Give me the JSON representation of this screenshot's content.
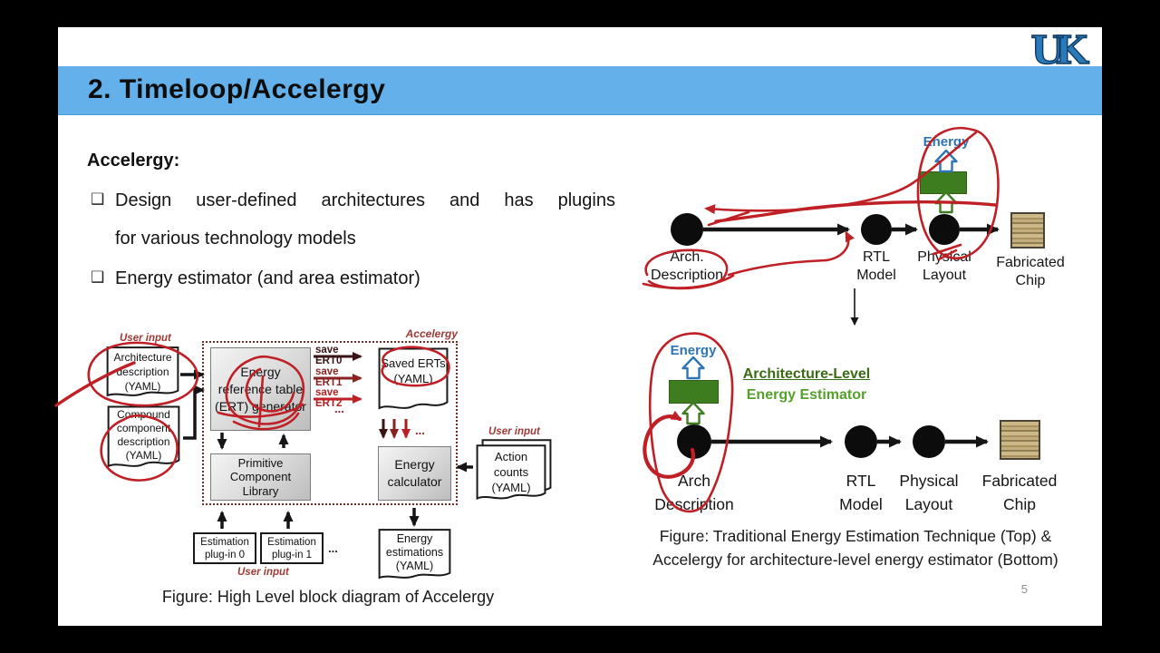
{
  "header": {
    "title": "2. Timeloop/Accelergy",
    "logo_text": "UK"
  },
  "content": {
    "heading": "Accelergy:",
    "bullet_glyph": "❑",
    "bullets": [
      {
        "lines": [
          "Design user-defined architectures and has plugins",
          "for various technology models"
        ]
      },
      {
        "lines": [
          "Energy estimator (and area estimator)"
        ]
      }
    ]
  },
  "left_figure": {
    "user_input_top": "User input",
    "user_input_right": "User input",
    "user_input_bottom": "User input",
    "accelergy_label": "Accelergy",
    "arch_doc": [
      "Architecture",
      "description",
      "(YAML)"
    ],
    "compound_doc": [
      "Compound",
      "component",
      "description",
      "(YAML)"
    ],
    "ert_box": [
      "Energy",
      "reference table",
      "(ERT) generator"
    ],
    "primitive_box": [
      "Primitive",
      "Component",
      "Library"
    ],
    "saved_doc": [
      "Saved ERTs",
      "(YAML)"
    ],
    "calc_box": [
      "Energy",
      "calculator"
    ],
    "action_doc": [
      "Action",
      "counts",
      "(YAML)"
    ],
    "save_labels": [
      "save ERT0",
      "save ERT1",
      "save ERT2"
    ],
    "dots_save": "...",
    "dots_down": "...",
    "dots_plugs": "...",
    "plug0": [
      "Estimation",
      "plug-in 0"
    ],
    "plug1": [
      "Estimation",
      "plug-in 1"
    ],
    "estimations_doc": [
      "Energy",
      "estimations",
      "(YAML)"
    ],
    "caption": "Figure: High Level block diagram of Accelergy"
  },
  "right_figure": {
    "top": {
      "energy": "Energy",
      "nodes": [
        [
          "Arch.",
          "Description"
        ],
        [
          "RTL",
          "Model"
        ],
        [
          "Physical",
          "Layout"
        ],
        [
          "Fabricated",
          "Chip"
        ]
      ]
    },
    "bottom": {
      "energy": "Energy",
      "estimator_line1": "Architecture-Level",
      "estimator_line2": "Energy Estimator",
      "nodes": [
        [
          "Arch",
          "Description"
        ],
        [
          "RTL",
          "Model"
        ],
        [
          "Physical",
          "Layout"
        ],
        [
          "Fabricated",
          "Chip"
        ]
      ]
    },
    "caption": [
      "Figure: Traditional Energy Estimation Technique (Top) &",
      "Accelergy for architecture-level energy estimator (Bottom)"
    ]
  },
  "page_number": "5",
  "colors": {
    "title_bar": "#63b0ea",
    "energy_blue": "#2e75b6",
    "estimator_green_fill": "#3e7c20",
    "estimator_green_dark": "#3a6b14",
    "estimator_green_light": "#56a02c",
    "annotation_red": "#bf2026",
    "diagram_label_red": "#9e3a36"
  }
}
